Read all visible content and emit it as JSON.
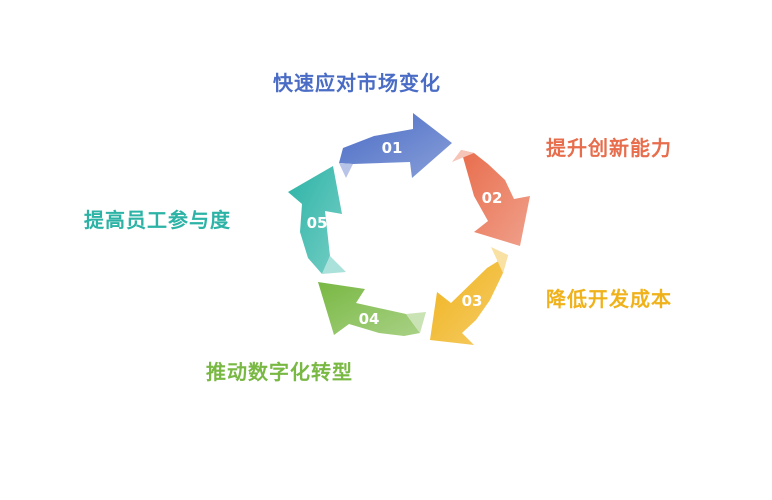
{
  "cycle": {
    "steps": [
      {
        "number": "01",
        "label": "快速应对市场变化",
        "color": "#4a6cc5"
      },
      {
        "number": "02",
        "label": "提升创新能力",
        "color": "#e86d4c"
      },
      {
        "number": "03",
        "label": "降低开发成本",
        "color": "#f0b21a"
      },
      {
        "number": "04",
        "label": "推动数字化转型",
        "color": "#79b843"
      },
      {
        "number": "05",
        "label": "提高员工参与度",
        "color": "#2cb3a6"
      }
    ]
  }
}
